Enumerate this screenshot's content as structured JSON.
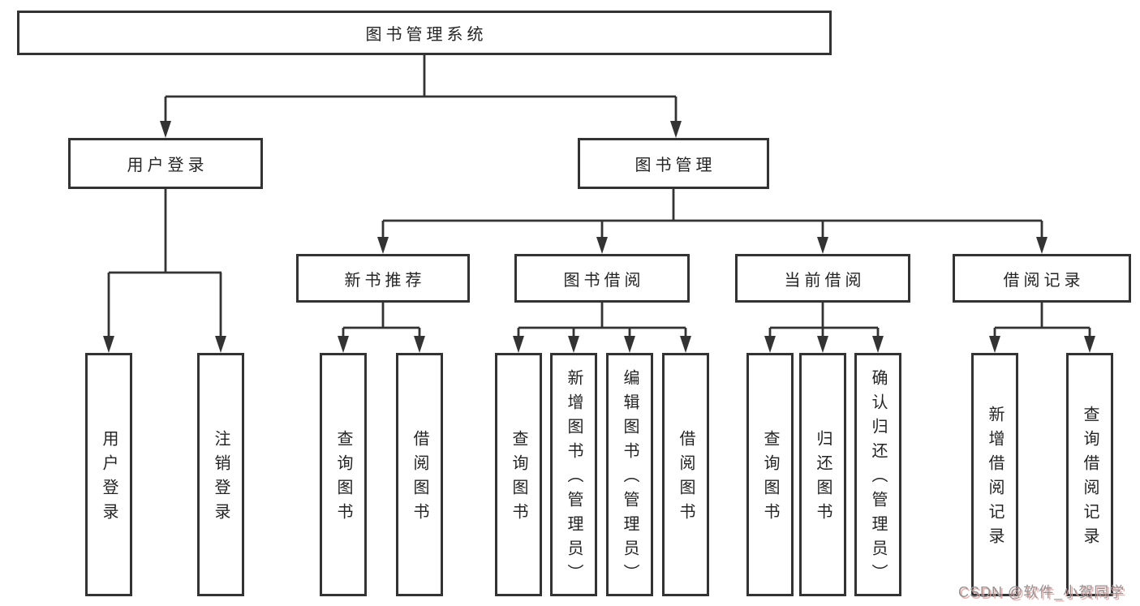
{
  "diagram": {
    "title": "图书管理系统",
    "colors": {
      "line": "#333333",
      "box_border": "#333333",
      "text": "#242424",
      "background": "#ffffff",
      "watermark_gray": "#949494",
      "watermark_red_shadow": "#e4a0a0"
    },
    "nodes": {
      "root": {
        "label": "图书管理系统"
      },
      "user_login": {
        "label": "用户登录"
      },
      "book_mgmt": {
        "label": "图书管理"
      },
      "new_book_rec": {
        "label": "新书推荐"
      },
      "book_borrow": {
        "label": "图书借阅"
      },
      "current_borrow": {
        "label": "当前借阅"
      },
      "borrow_records": {
        "label": "借阅记录"
      },
      "ul_user_login": {
        "label": "用户登录"
      },
      "ul_logout": {
        "label": "注销登录"
      },
      "nr_query_books": {
        "label": "查询图书"
      },
      "nr_borrow_books": {
        "label": "借阅图书"
      },
      "bb_query_books": {
        "label": "查询图书"
      },
      "bb_add_books": {
        "label": "新增图书（管理员）"
      },
      "bb_edit_books": {
        "label": "编辑图书（管理员）"
      },
      "bb_borrow_books": {
        "label": "借阅图书"
      },
      "cb_query_books": {
        "label": "查询图书"
      },
      "cb_return_books": {
        "label": "归还图书"
      },
      "cb_confirm_return": {
        "label": "确认归还（管理员）"
      },
      "br_add_record": {
        "label": "新增借阅记录"
      },
      "br_query_record": {
        "label": "查询借阅记录"
      }
    },
    "watermark": {
      "text": "CSDN @软件_小贺同学"
    }
  }
}
